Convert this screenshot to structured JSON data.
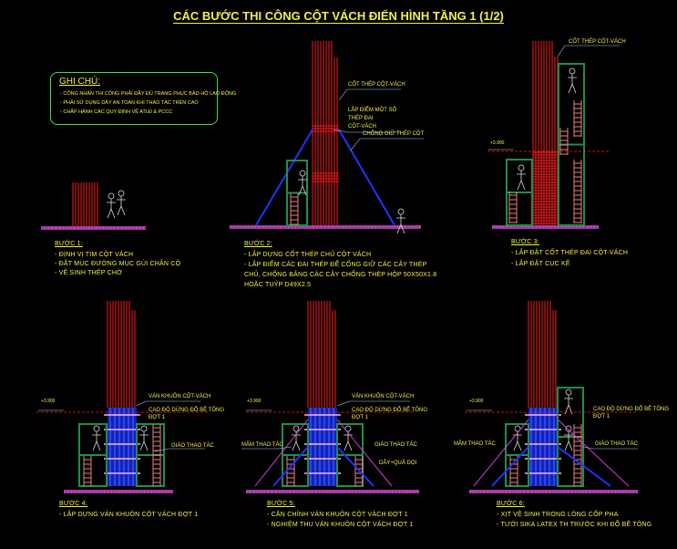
{
  "title": "CÁC BƯỚC THI CÔNG CỘT VÁCH ĐIỂN HÌNH TẦNG 1 (1/2)",
  "notes": {
    "heading": "GHI CHÚ:",
    "items": [
      "- CÔNG NHÂN THI CÔNG PHẢI ĐẦY ĐỦ TRANG PHỤC BẢO HỘ LAO ĐỘNG",
      "- PHẢI SỬ DỤNG DÂY AN TOÀN KHI THAO TÁC TRÊN CAO",
      "- CHẤP HÀNH CÁC QUY ĐỊNH VỀ ATLĐ & PCCC"
    ]
  },
  "level_mark": "+3.900",
  "steps": [
    {
      "heading": "BƯỚC 1:",
      "lines": [
        "- ĐỊNH VỊ TIM CỘT VÁCH",
        "- ĐẶT MỤC ĐƯỜNG MỤC GÙI CHÂN CỘ",
        "- VỆ SINH THÉP CHỜ"
      ]
    },
    {
      "heading": "BƯỚC 2:",
      "lines": [
        "- LẮP DỰNG CỐT THÉP CHỦ CỘT VÁCH",
        "- LẮP ĐIỂM CÁC ĐAI THÉP ĐỂ CỐNG GIỮ CÁC CÂY THÉP",
        "CHỦ, CHỐNG BẰNG CÁC CÂY CHỐNG THÉP HỘP 50X50X1.8",
        "HOẶC TUÝP D49X2.5"
      ]
    },
    {
      "heading": "BƯỚC 3:",
      "lines": [
        "- LẮP ĐẶT CỐT THÉP ĐAI CỘT-VÁCH",
        "- LẮP ĐẶT CỤC KÊ"
      ]
    },
    {
      "heading": "BƯỚC 4:",
      "lines": [
        "- LẮP DỰNG VÁN KHUÔN CỘT VÁCH ĐỢT 1"
      ]
    },
    {
      "heading": "BƯỚC 5:",
      "lines": [
        "- CĂN CHỈNH VÁN KHUÔN CỘT VÁCH ĐỢT 1",
        "- NGHIỆM THU VÁN KHUÔN CỘT VÁCH ĐỢT 1"
      ]
    },
    {
      "heading": "BƯỚC 6:",
      "lines": [
        "- XỊT VỆ SINH TRONG LÒNG CỐP PHA",
        "- TƯỚI SIKA LATEX TH TRƯỚC KHI ĐỔ BÊ TÔNG"
      ]
    }
  ],
  "labels": {
    "cot_thep": "CỐT THÉP CỘT-VÁCH",
    "lap_diem_1": "LẮP ĐIỂM MỘT SỐ",
    "lap_diem_2": "THÉP ĐAI",
    "lap_diem_3": "CỘT-VÁCH",
    "chong_giu": "CHỐNG GIỮ THÉP CỘT",
    "van_khuon": "VÁN KHUÔN CỘT-VÁCH",
    "cao_do_1": "CAO ĐỘ DỪNG ĐỔ BÊ TÔNG",
    "cao_do_2": "ĐỢT 1",
    "gian_thao_tac": "GIÁO THAO TÁC",
    "mam_thao_tac": "MÂM THAO TÁC",
    "day_qua_doi": "DÂY+QUẢ DỌI"
  },
  "colors": {
    "rebar": "#ff1a1a",
    "formwork": "#2233ff",
    "scaffold": "#1f8f4a",
    "ladder": "#f08080",
    "ground": "#c040c0",
    "text": "#f2f04a",
    "note_border": "#40e040"
  }
}
